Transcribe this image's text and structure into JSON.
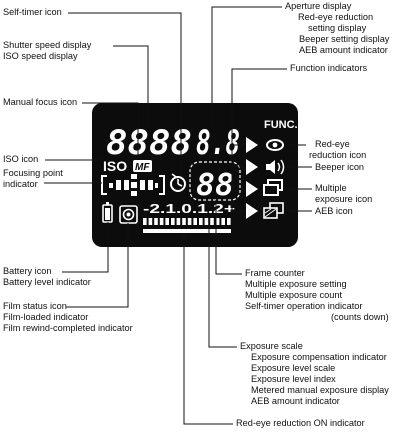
{
  "labels": {
    "self_timer_icon": "Self-timer icon",
    "shutter_speed_display": "Shutter speed display",
    "iso_speed_display": "ISO speed display",
    "manual_focus_icon": "Manual focus icon",
    "iso_icon": "ISO icon",
    "focusing_point_1": "Focusing point",
    "focusing_point_2": "indicator",
    "battery_icon": "Battery icon",
    "battery_level_indicator": "Battery level indicator",
    "film_status_icon": "Film status icon",
    "film_loaded_indicator": "Film-loaded indicator",
    "film_rewind_completed_indicator": "Film rewind-completed indicator",
    "aperture_display": "Aperture display",
    "red_eye_reduction_setting_1": "Red-eye reduction",
    "red_eye_reduction_setting_2": "setting display",
    "beeper_setting_display": "Beeper setting display",
    "aeb_amount_indicator_top": "AEB amount indicator",
    "function_indicators": "Function indicators",
    "red_eye_reduction_icon_1": "Red-eye",
    "red_eye_reduction_icon_2": "reduction icon",
    "beeper_icon": "Beeper icon",
    "multiple_exposure_icon_1": "Multiple",
    "multiple_exposure_icon_2": "exposure icon",
    "aeb_icon": "AEB icon",
    "frame_counter": "Frame counter",
    "multiple_exposure_setting": "Multiple exposure setting",
    "multiple_exposure_count": "Multiple exposure count",
    "self_timer_operation_indicator": "Self-timer operation indicator",
    "counts_down": "(counts down)",
    "exposure_scale": "Exposure scale",
    "exposure_compensation_indicator": "Exposure compensation indicator",
    "exposure_level_scale": "Exposure level scale",
    "exposure_level_index": "Exposure level index",
    "metered_manual_exposure_display": "Metered manual exposure display",
    "aeb_amount_indicator_bottom": "AEB amount indicator",
    "red_eye_reduction_on_indicator": "Red-eye reduction ON indicator"
  },
  "lcd": {
    "shutter_digits": "8888",
    "aperture_digits": "8.8",
    "frame_digits": "88",
    "func_text": "FUNC.",
    "iso_text": "ISO",
    "mf_text": "MF",
    "scale_text": "-2.1.0.1.2+"
  },
  "colors": {
    "panel": "#0c0c0c",
    "segment": "#ffffff",
    "line": "#111111"
  }
}
